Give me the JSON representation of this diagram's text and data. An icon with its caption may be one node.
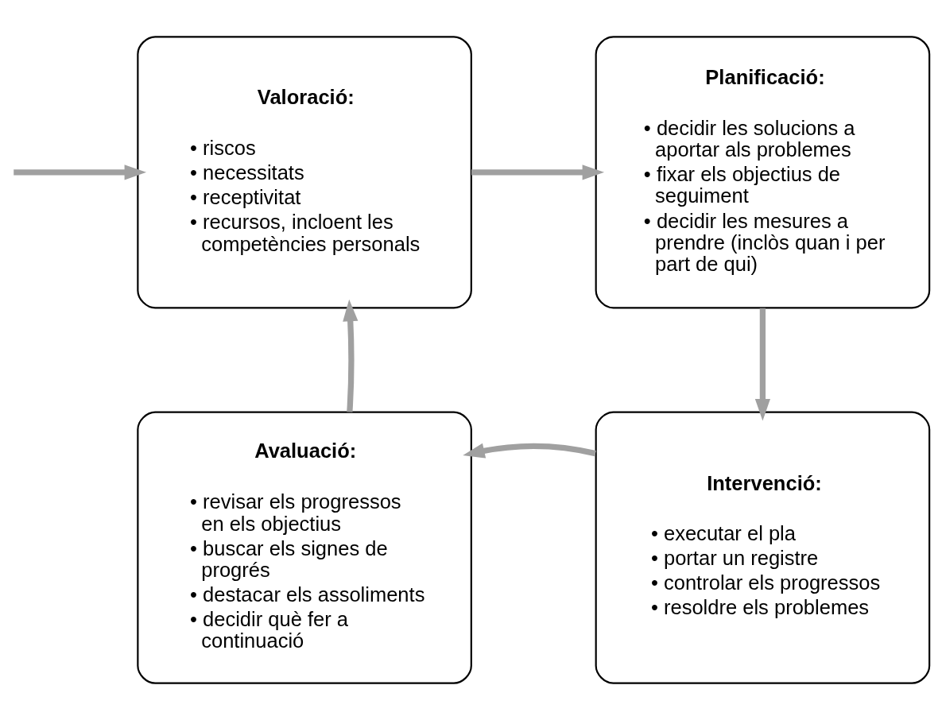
{
  "diagram": {
    "nodes": [
      {
        "text": [
          "Valoració:",
          "• riscos",
          "• necessitats",
          "• receptivitat",
          "• recursos, incloent les competències personals"
        ]
      },
      {
        "text": [
          "Planificació:",
          "• decidir les solucions a aportar als problemes",
          "• fixar els objectius de seguiment",
          "• decidir les mesures a prendre (inclòs quan i per part de qui)"
        ]
      },
      {
        "text": [
          "Avaluació:",
          "• revisar els progressos en els objectius",
          "• buscar els signes de progrés",
          "• destacar els assoliments",
          "• decidir què fer a continuació"
        ]
      },
      {
        "text": [
          "Intervenció:",
          "• executar el pla",
          "• portar un registre",
          "• controlar els progressos",
          "• resoldre els problemes"
        ]
      }
    ],
    "edges": [
      {
        "from": null,
        "to": 0,
        "arrow": "to"
      },
      {
        "from": 0,
        "to": 1,
        "arrow": "to"
      },
      {
        "from": 1,
        "to": 3,
        "arrow": "to"
      },
      {
        "from": 3,
        "to": 2,
        "arrow": "to"
      },
      {
        "from": 2,
        "to": 0,
        "arrow": "to"
      }
    ]
  }
}
